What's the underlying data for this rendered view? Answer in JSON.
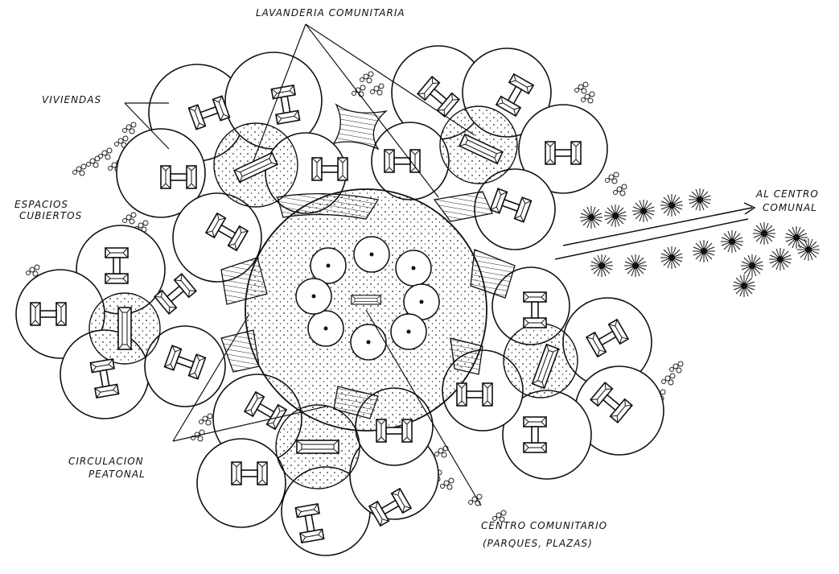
{
  "labels": {
    "lavanderia": "LAVANDERIA COMUNITARIA",
    "viviendas": "VIVIENDAS",
    "espacios_1": "ESPACIOS",
    "espacios_2": "CUBIERTOS",
    "al_centro_1": "AL CENTRO",
    "al_centro_2": "COMUNAL",
    "circulacion_1": "CIRCULACION",
    "circulacion_2": "PEATONAL",
    "centro_1": "CENTRO COMUNITARIO",
    "centro_2": "(PARQUES, PLAZAS)"
  }
}
